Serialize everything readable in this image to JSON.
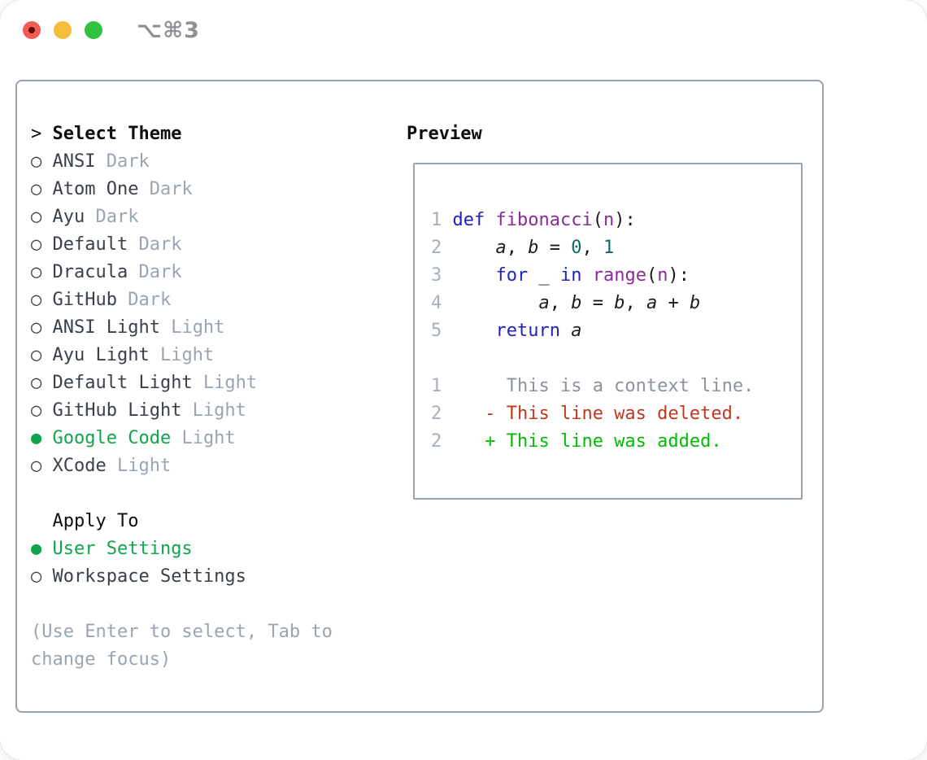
{
  "window": {
    "shortcut": "⌥⌘3"
  },
  "icons": {
    "prompt": ">",
    "selected_bullet": "●",
    "unselected_bullet": "○"
  },
  "theme_selector": {
    "header_label": "Select Theme",
    "themes": [
      {
        "name": "ANSI",
        "variant": "Dark",
        "selected": false
      },
      {
        "name": "Atom One",
        "variant": "Dark",
        "selected": false
      },
      {
        "name": "Ayu",
        "variant": "Dark",
        "selected": false
      },
      {
        "name": "Default",
        "variant": "Dark",
        "selected": false
      },
      {
        "name": "Dracula",
        "variant": "Dark",
        "selected": false
      },
      {
        "name": "GitHub",
        "variant": "Dark",
        "selected": false
      },
      {
        "name": "ANSI Light",
        "variant": "Light",
        "selected": false
      },
      {
        "name": "Ayu Light",
        "variant": "Light",
        "selected": false
      },
      {
        "name": "Default Light",
        "variant": "Light",
        "selected": false
      },
      {
        "name": "GitHub Light",
        "variant": "Light",
        "selected": false
      },
      {
        "name": "Google Code",
        "variant": "Light",
        "selected": true
      },
      {
        "name": "XCode",
        "variant": "Light",
        "selected": false
      }
    ],
    "apply_to": {
      "label": "Apply To",
      "options": [
        {
          "name": "User Settings",
          "selected": true
        },
        {
          "name": "Workspace Settings",
          "selected": false
        }
      ]
    },
    "help_lines": [
      "(Use Enter to select, Tab to",
      "change focus)"
    ]
  },
  "preview": {
    "title": "Preview",
    "code_lines": [
      {
        "num": "1",
        "tokens": [
          {
            "c": "kw",
            "t": "def"
          },
          {
            "c": "pl",
            "t": " "
          },
          {
            "c": "fn",
            "t": "fibonacci"
          },
          {
            "c": "pl",
            "t": "("
          },
          {
            "c": "fn",
            "t": "n"
          },
          {
            "c": "pl",
            "t": "):"
          }
        ]
      },
      {
        "num": "2",
        "tokens": [
          {
            "c": "pl",
            "t": "    "
          },
          {
            "c": "var",
            "t": "a"
          },
          {
            "c": "pl",
            "t": ", "
          },
          {
            "c": "var",
            "t": "b"
          },
          {
            "c": "pl",
            "t": " = "
          },
          {
            "c": "lit",
            "t": "0"
          },
          {
            "c": "pl",
            "t": ", "
          },
          {
            "c": "lit",
            "t": "1"
          }
        ]
      },
      {
        "num": "3",
        "tokens": [
          {
            "c": "pl",
            "t": "    "
          },
          {
            "c": "kw",
            "t": "for"
          },
          {
            "c": "pl",
            "t": " _ "
          },
          {
            "c": "kw",
            "t": "in"
          },
          {
            "c": "pl",
            "t": " "
          },
          {
            "c": "fn",
            "t": "range"
          },
          {
            "c": "pl",
            "t": "("
          },
          {
            "c": "fn",
            "t": "n"
          },
          {
            "c": "pl",
            "t": "):"
          }
        ]
      },
      {
        "num": "4",
        "tokens": [
          {
            "c": "pl",
            "t": "        "
          },
          {
            "c": "var",
            "t": "a"
          },
          {
            "c": "pl",
            "t": ", "
          },
          {
            "c": "var",
            "t": "b"
          },
          {
            "c": "pl",
            "t": " = "
          },
          {
            "c": "var",
            "t": "b"
          },
          {
            "c": "pl",
            "t": ", "
          },
          {
            "c": "var",
            "t": "a"
          },
          {
            "c": "pl",
            "t": " + "
          },
          {
            "c": "var",
            "t": "b"
          }
        ]
      },
      {
        "num": "5",
        "tokens": [
          {
            "c": "pl",
            "t": "    "
          },
          {
            "c": "kw",
            "t": "return"
          },
          {
            "c": "pl",
            "t": " "
          },
          {
            "c": "var",
            "t": "a"
          }
        ]
      }
    ],
    "diff_lines": [
      {
        "num": "1",
        "kind": "context",
        "marker": "      ",
        "text": "This is a context line."
      },
      {
        "num": "2",
        "kind": "deleted",
        "marker": "    - ",
        "text": "This line was deleted."
      },
      {
        "num": "2",
        "kind": "added",
        "marker": "    + ",
        "text": "This line was added."
      }
    ]
  },
  "colors": {
    "accent_green": "#12a44b",
    "keyword_blue": "#2222c2",
    "function_purple": "#8b2b9b",
    "literal_teal": "#0d6a6a",
    "deleted_red": "#c0381f",
    "added_green": "#04bc04",
    "muted_gray": "#9aa5b1",
    "context_gray": "#8c939c",
    "line_number_gray": "#a6b0bc",
    "text_dark": "#3a4047",
    "heading_black": "#0c0e11",
    "border_gray": "#9aa2ac",
    "traffic_red": "#f25c54",
    "traffic_red_dot": "#5c100c",
    "traffic_yellow": "#f6bd3a",
    "traffic_green": "#30c13e",
    "shortcut_gray": "#8e9094"
  }
}
